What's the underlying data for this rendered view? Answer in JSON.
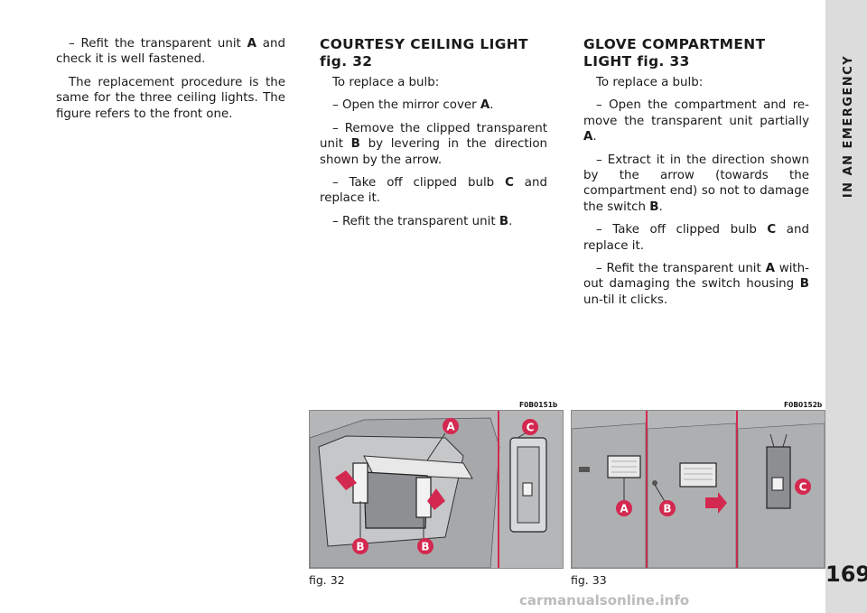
{
  "col1": {
    "p1_pre": "– Refit the transparent unit ",
    "p1_k": "A",
    "p1_post": " and check it is well fastened.",
    "p2": "The replacement procedure is the same for the three ceiling lights. The figure refers to the front one."
  },
  "col2": {
    "title": "COURTESY CEILING LIGHT fig. 32",
    "intro": "To replace a bulb:",
    "s1_pre": "– Open the mirror cover ",
    "s1_k": "A",
    "s1_post": ".",
    "s2_pre": "– Remove the clipped transparent unit ",
    "s2_k": "B",
    "s2_post": " by levering in the direction shown by the arrow.",
    "s3_pre": "– Take off clipped bulb ",
    "s3_k": "C",
    "s3_post": " and replace it.",
    "s4_pre": "– Refit the transparent unit ",
    "s4_k": "B",
    "s4_post": "."
  },
  "col3": {
    "title": "GLOVE COMPARTMENT LIGHT fig. 33",
    "intro": "To replace a bulb:",
    "s1_pre": "– Open the compartment and re-move the transparent unit partially ",
    "s1_k": "A",
    "s1_post": ".",
    "s2_pre": "– Extract it in the direction shown by the arrow (towards the compartment end) so not to damage the switch ",
    "s2_k": "B",
    "s2_post": ".",
    "s3_pre": "– Take off clipped bulb ",
    "s3_k": "C",
    "s3_post": " and replace it.",
    "s4_pre": "– Refit the transparent unit ",
    "s4_k": "A",
    "s4_mid": " with-out damaging the switch housing ",
    "s4_k2": "B",
    "s4_post": " un-til it clicks."
  },
  "sidebar": {
    "section": "IN AN EMERGENCY",
    "page": "169"
  },
  "fig32": {
    "code": "F0B0151b",
    "caption": "fig. 32",
    "labels": [
      "A",
      "C",
      "B",
      "B"
    ]
  },
  "fig33": {
    "code": "F0B0152b",
    "caption": "fig. 33",
    "labels": [
      "A",
      "B",
      "C"
    ]
  },
  "colors": {
    "badge": "#d3284f",
    "sidebar": "#dcdcdc",
    "figure_bg": "#b8b9bb"
  },
  "watermark": "carmanualsonline.info"
}
